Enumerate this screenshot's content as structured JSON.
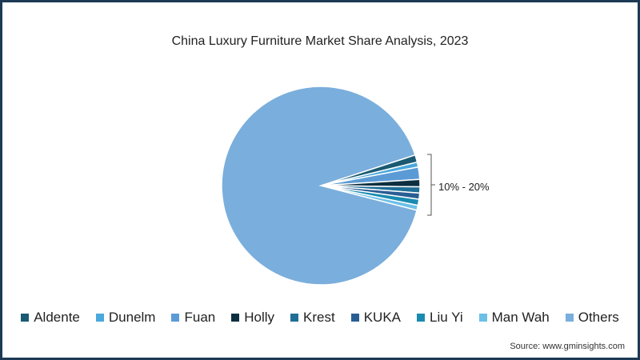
{
  "chart_data": {
    "type": "pie",
    "title": "China Luxury Furniture Market Share Analysis, 2023",
    "annotation": "10% - 20%",
    "legend_position": "bottom",
    "slices": [
      {
        "name": "Aldente",
        "value": 1.2,
        "color": "#1a5a72"
      },
      {
        "name": "Dunelm",
        "value": 0.8,
        "color": "#4aa8dc"
      },
      {
        "name": "Fuan",
        "value": 2.0,
        "color": "#5b9bd5"
      },
      {
        "name": "Holly",
        "value": 1.2,
        "color": "#0d2f3f"
      },
      {
        "name": "Krest",
        "value": 1.0,
        "color": "#1f6e96"
      },
      {
        "name": "KUKA",
        "value": 1.0,
        "color": "#2a5d94"
      },
      {
        "name": "Liu Yi",
        "value": 1.0,
        "color": "#1a8bb0"
      },
      {
        "name": "Man Wah",
        "value": 0.8,
        "color": "#6cc0e8"
      },
      {
        "name": "Others",
        "value": 91.0,
        "color": "#7aaedc"
      }
    ]
  },
  "source": "Source: www.gminsights.com"
}
